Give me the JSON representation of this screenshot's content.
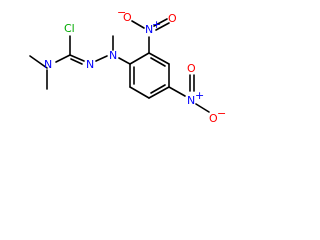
{
  "molecule": {
    "colors": {
      "bond": "#000000",
      "nitrogen": "#0000ff",
      "oxygen": "#ff0000",
      "chlorine": "#00aa00",
      "background": "#ffffff"
    },
    "atoms": {
      "cl": "Cl",
      "n_amide": "N",
      "n_azo1": "N",
      "n_azo2": "N",
      "n_nitro_top": "N",
      "n_nitro_bottom": "N",
      "o_top_left": "O",
      "o_top_right": "O",
      "o_bottom_left": "O",
      "o_bottom_right": "O"
    },
    "charges": {
      "nitro_n": "+",
      "nitro_o": "−"
    }
  }
}
